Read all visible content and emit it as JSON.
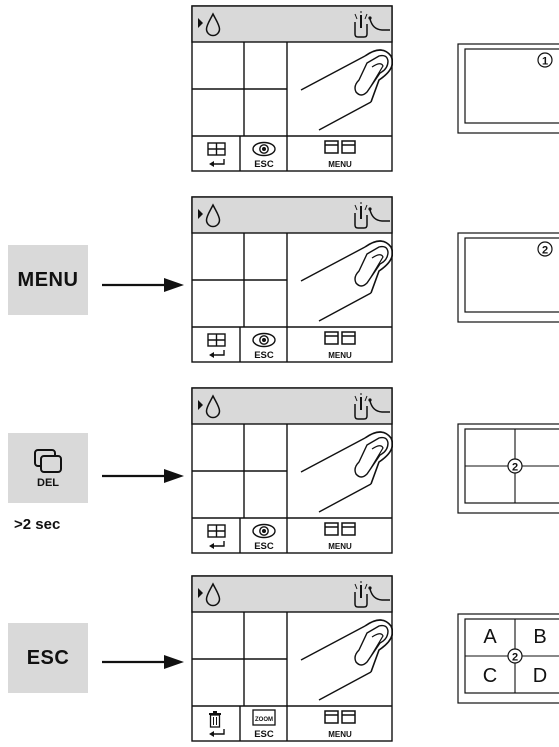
{
  "steps": [
    {
      "key": null,
      "hold": null,
      "menu_label": "MENU",
      "left_label": "ESC",
      "marker": "1",
      "split": "single",
      "quad": []
    },
    {
      "key": "MENU",
      "hold": null,
      "menu_label": "MENU",
      "left_label": "ESC",
      "marker": "2",
      "split": "single",
      "quad": []
    },
    {
      "key": "DEL",
      "key_icon": "window-icon",
      "hold": ">2 sec",
      "menu_label": "MENU",
      "left_label": "ESC",
      "marker": "2",
      "split": "quad",
      "quad": []
    },
    {
      "key": "ESC",
      "hold": null,
      "menu_label": "MENU",
      "left_label": "ESC",
      "zoom_label": "ZOOM",
      "marker": "2",
      "split": "quad",
      "quad": [
        "A",
        "B",
        "C",
        "D"
      ]
    }
  ],
  "icons": {
    "drop": "drop-icon",
    "touch": "touch-icon",
    "curve": "curve-icon",
    "swipe": "swipe-gesture",
    "grid": "grid-icon",
    "eye": "eye-icon",
    "windows": "dual-window-icon",
    "trash": "trash-icon",
    "zoom": "zoom-icon",
    "back": "return-arrow-icon"
  },
  "colors": {
    "key_bg": "#d9d9d9",
    "header_bg": "#d9d9d9",
    "line": "#111111"
  }
}
